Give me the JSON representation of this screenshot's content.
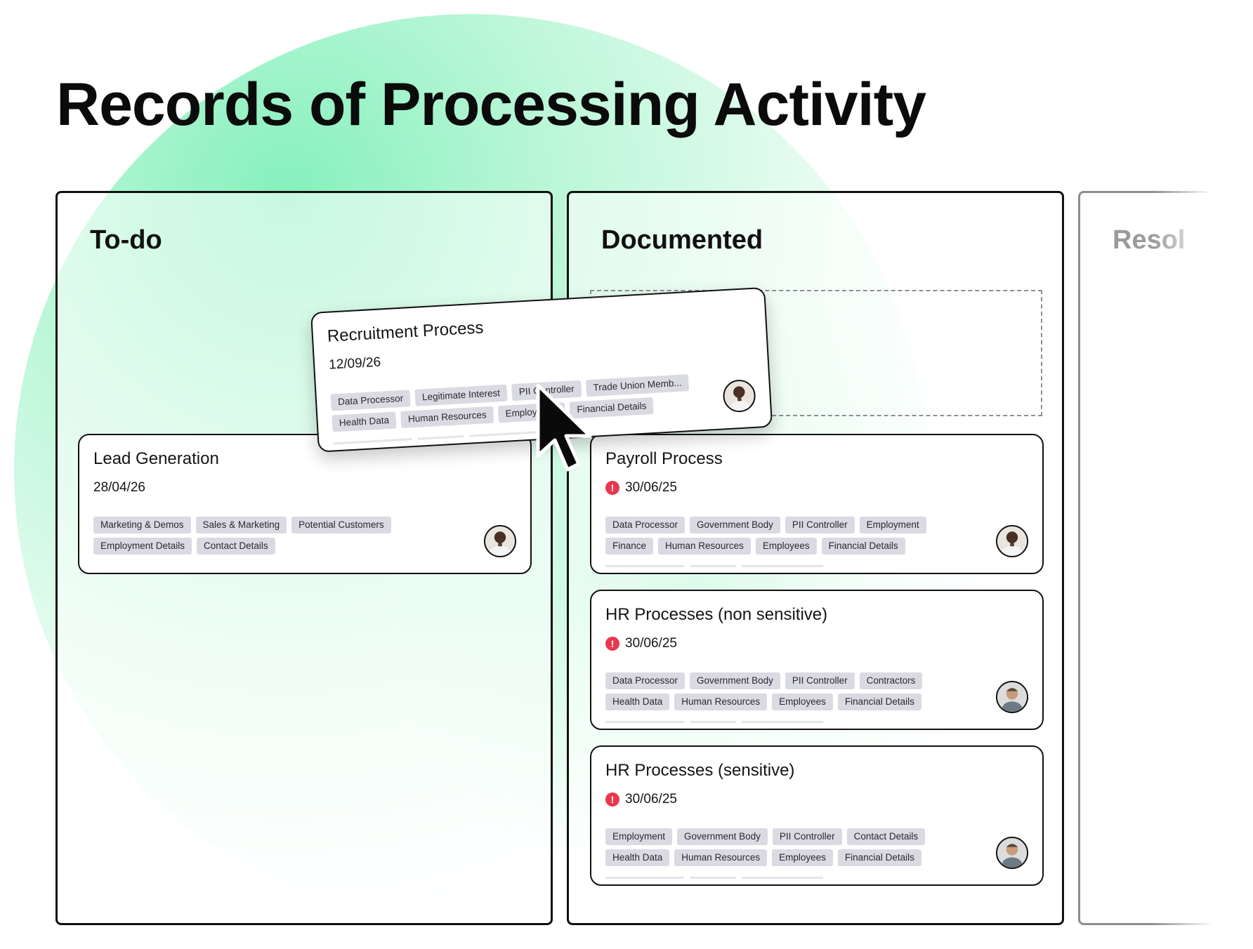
{
  "page": {
    "title": "Records of Processing Activity"
  },
  "columns": [
    {
      "title": "To-do"
    },
    {
      "title": "Documented"
    },
    {
      "title": "Resol"
    }
  ],
  "dragging_card": {
    "title": "Recruitment Process",
    "date": "12/09/26",
    "tags": [
      "Data Processor",
      "Legitimate Interest",
      "PII Controller",
      "Trade Union Memb...",
      "Health Data",
      "Human Resources",
      "Employment",
      "Financial Details"
    ]
  },
  "todo_cards": [
    {
      "title": "Lead Generation",
      "date": "28/04/26",
      "tags": [
        "Marketing & Demos",
        "Sales & Marketing",
        "Potential Customers",
        "Employment Details",
        "Contact Details"
      ]
    }
  ],
  "documented_cards": [
    {
      "title": "Payroll Process",
      "date": "30/06/25",
      "overdue": true,
      "tags": [
        "Data Processor",
        "Government Body",
        "PII Controller",
        "Employment",
        "Finance",
        "Human Resources",
        "Employees",
        "Financial Details"
      ]
    },
    {
      "title": "HR Processes (non sensitive)",
      "date": "30/06/25",
      "overdue": true,
      "tags": [
        "Data Processor",
        "Government Body",
        "PII Controller",
        "Contractors",
        "Health Data",
        "Human Resources",
        "Employees",
        "Financial Details"
      ]
    },
    {
      "title": "HR Processes (sensitive)",
      "date": "30/06/25",
      "overdue": true,
      "tags": [
        "Employment",
        "Government Body",
        "PII Controller",
        "Contact Details",
        "Health Data",
        "Human Resources",
        "Employees",
        "Financial Details"
      ]
    }
  ],
  "icons": {
    "warning": "exclamation-circle-icon",
    "cursor": "mouse-pointer-icon",
    "avatar": "user-avatar"
  },
  "colors": {
    "accent_green": "#86f0bd",
    "warning_red": "#e8384f",
    "tag_bg": "#dadae3"
  }
}
